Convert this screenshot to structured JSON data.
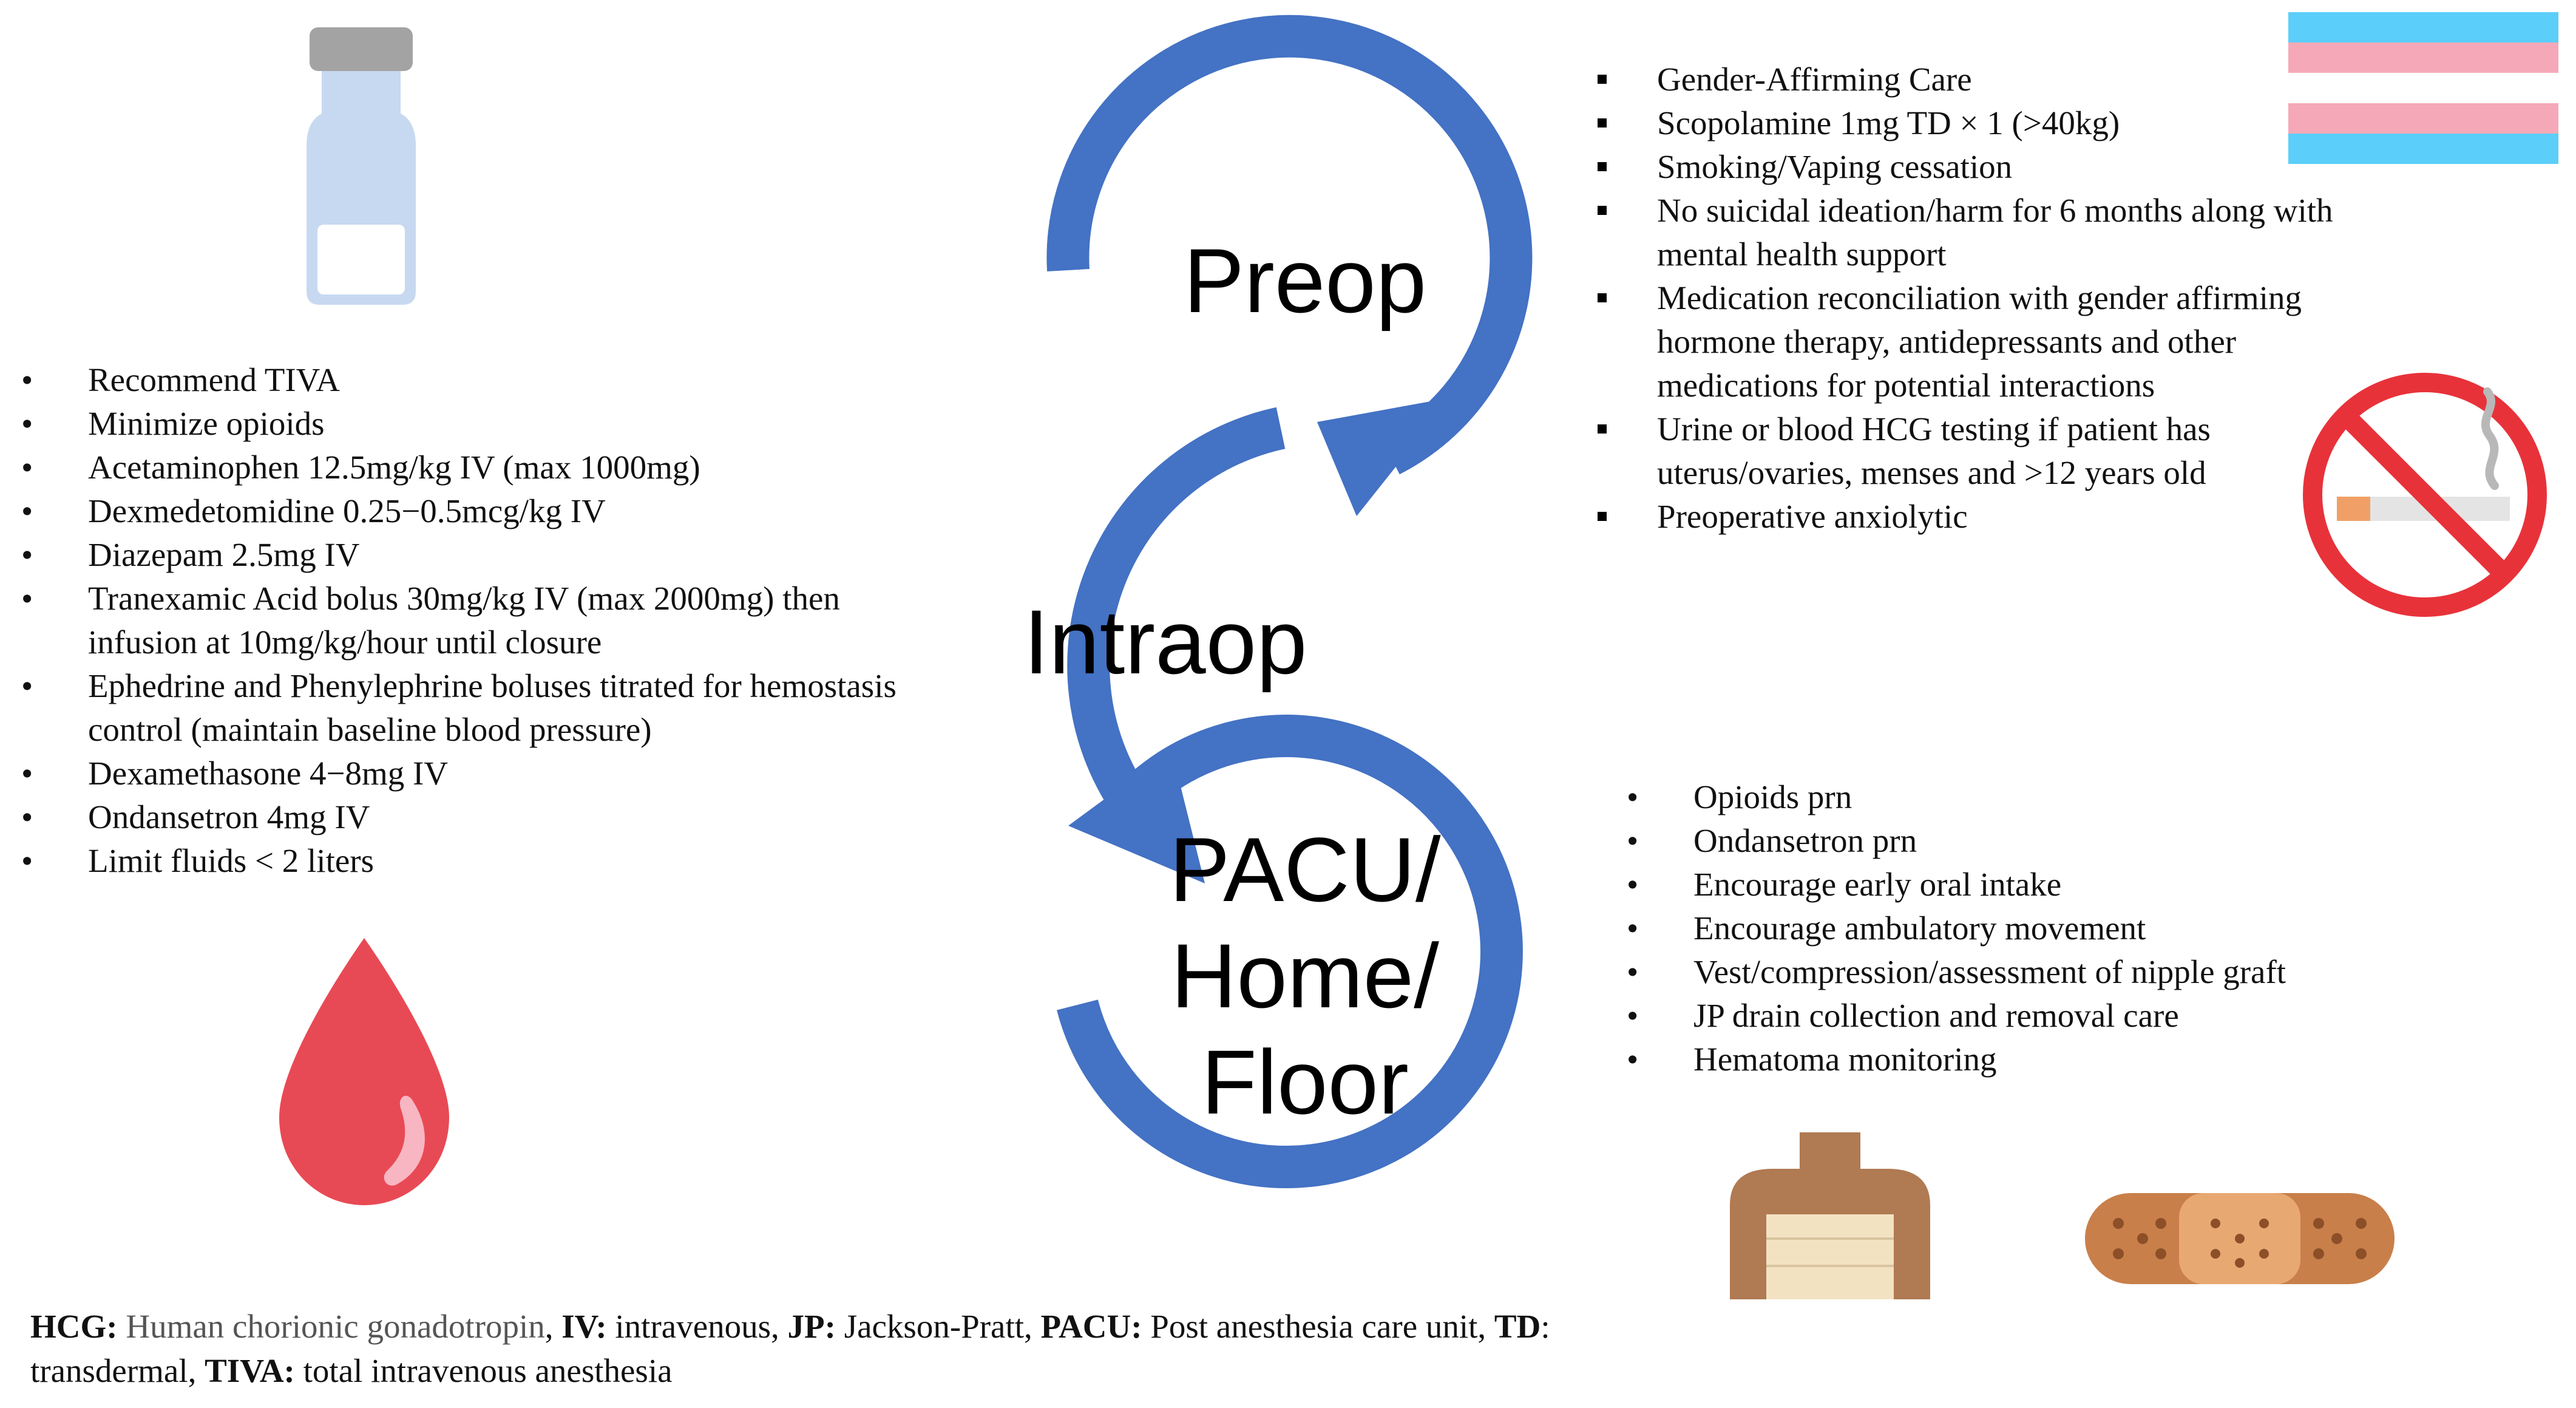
{
  "colors": {
    "arrow": "#4472c4",
    "trans_blue": "#5bcefa",
    "trans_pink": "#f5a9b8",
    "no_sign_red": "#e8323a",
    "blood_red": "#e84a55",
    "skin": "#b07a52",
    "bandage": "#c97f4a"
  },
  "stages": {
    "preop": "Preop",
    "intraop": "Intraop",
    "post_1": "PACU/",
    "post_2": "Home/",
    "post_3": "Floor"
  },
  "icons": {
    "vial": "vial-icon",
    "blood_drop": "blood-drop-icon",
    "trans_flag": "transgender-flag-icon",
    "no_smoking": "no-smoking-icon",
    "chest_binder": "chest-binder-icon",
    "bandage": "bandage-icon"
  },
  "intraop_items": [
    "Recommend TIVA",
    "Minimize opioids",
    "Acetaminophen 12.5mg/kg IV (max 1000mg)",
    "Dexmedetomidine 0.25−0.5mcg/kg IV",
    "Diazepam 2.5mg IV",
    "Tranexamic Acid bolus 30mg/kg IV (max 2000mg) then infusion at 10mg/kg/hour until closure",
    "Ephedrine and Phenylephrine boluses titrated for hemostasis control (maintain baseline blood pressure)",
    "Dexamethasone 4−8mg IV",
    "Ondansetron 4mg IV",
    "Limit fluids < 2 liters"
  ],
  "preop_items": [
    "Gender-Affirming Care",
    "Scopolamine 1mg TD × 1 (>40kg)",
    "Smoking/Vaping cessation",
    "No suicidal ideation/harm for 6 months along with mental health support",
    "Medication reconciliation with gender affirming hormone therapy, antidepressants and other medications for potential interactions",
    "Urine or blood HCG testing if patient has uterus/ovaries, menses and >12 years old",
    "Preoperative anxiolytic"
  ],
  "postop_items": [
    "Opioids prn",
    "Ondansetron prn",
    "Encourage early oral intake",
    "Encourage ambulatory movement",
    "Vest/compression/assessment of nipple graft",
    "JP drain collection and removal care",
    "Hematoma monitoring"
  ],
  "footnote": {
    "hcg_term": "HCG:",
    "hcg_def": " Human chorionic gonadotropin",
    "iv_term": "IV:",
    "iv_def": " intravenous, ",
    "jp_term": "JP:",
    "jp_def": " Jackson-Pratt, ",
    "pacu_term": "PACU:",
    "pacu_def": " Post anesthesia care unit, ",
    "td_term": "TD",
    "td_def": ": transdermal, ",
    "tiva_term": "TIVA:",
    "tiva_def": " total intravenous anesthesia"
  }
}
